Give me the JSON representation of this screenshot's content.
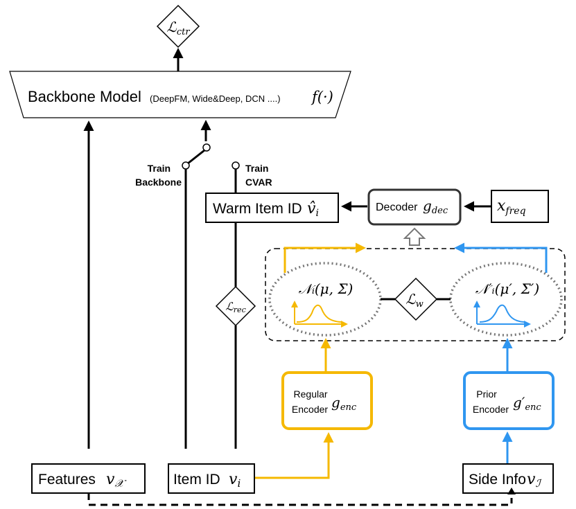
{
  "loss_ctr": {
    "symbol": "ℒ",
    "sub": "ctr"
  },
  "backbone": {
    "label": "Backbone Model",
    "models": "(DeepFM, Wide&Deep, DCN ....)",
    "func": "f(·)"
  },
  "switch": {
    "train_backbone": [
      "Train",
      "Backbone"
    ],
    "train_cvar": [
      "Train",
      "CVAR"
    ]
  },
  "warm_item": {
    "label": "Warm Item ID",
    "symbol": "v̂",
    "sub": "i"
  },
  "decoder": {
    "label": "Decoder",
    "symbol": "g",
    "sub": "dec"
  },
  "freq": {
    "symbol": "x",
    "sub": "freq"
  },
  "dist_regular": {
    "label": "𝒩ᵢ(μ, Σ)"
  },
  "dist_prior": {
    "label": "𝒩′ᵢ(μ′, Σ′)"
  },
  "loss_w": {
    "symbol": "ℒ",
    "sub": "w"
  },
  "loss_rec": {
    "symbol": "ℒ",
    "sub": "rec"
  },
  "regular_encoder": {
    "line1": "Regular",
    "line2": "Encoder",
    "symbol": "g",
    "sub": "enc"
  },
  "prior_encoder": {
    "line1": "Prior",
    "line2": "Encoder",
    "symbol": "g′",
    "sub": "enc"
  },
  "features": {
    "label": "Features",
    "symbol": "v",
    "sub": "𝒳"
  },
  "item_id": {
    "label": "Item ID",
    "symbol": "v",
    "sub": "i"
  },
  "side_info": {
    "label": "Side Info",
    "symbol": "v",
    "sub": "ℐ"
  },
  "colors": {
    "regular": "#F5B800",
    "prior": "#2F96F0",
    "black": "#000000",
    "gray": "#808080",
    "dark": "#333333"
  }
}
